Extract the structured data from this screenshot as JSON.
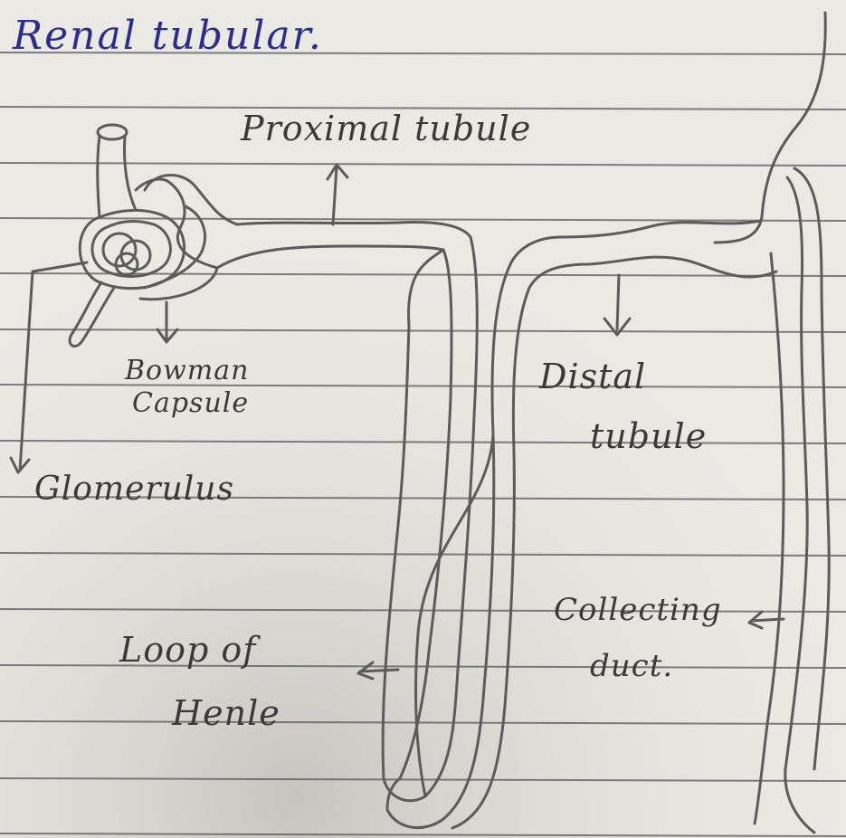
{
  "title": "Renal tubular.",
  "labels": {
    "proximal_tubule": "Proximal tubule",
    "bowman_line1": "Bowman",
    "bowman_line2": "Capsule",
    "glomerulus": "Glomerulus",
    "distal_line1": "Distal",
    "distal_line2": "tubule",
    "collecting_line1": "Collecting",
    "collecting_line2": "duct.",
    "loop_line1": "Loop of",
    "loop_line2": "Henle"
  },
  "colors": {
    "paper": "#e9e7e2",
    "rule_line": "#55585c",
    "margin_line": "#8a8c90",
    "title_ink": "#2a2f8a",
    "pencil": "#5c5c5c"
  }
}
